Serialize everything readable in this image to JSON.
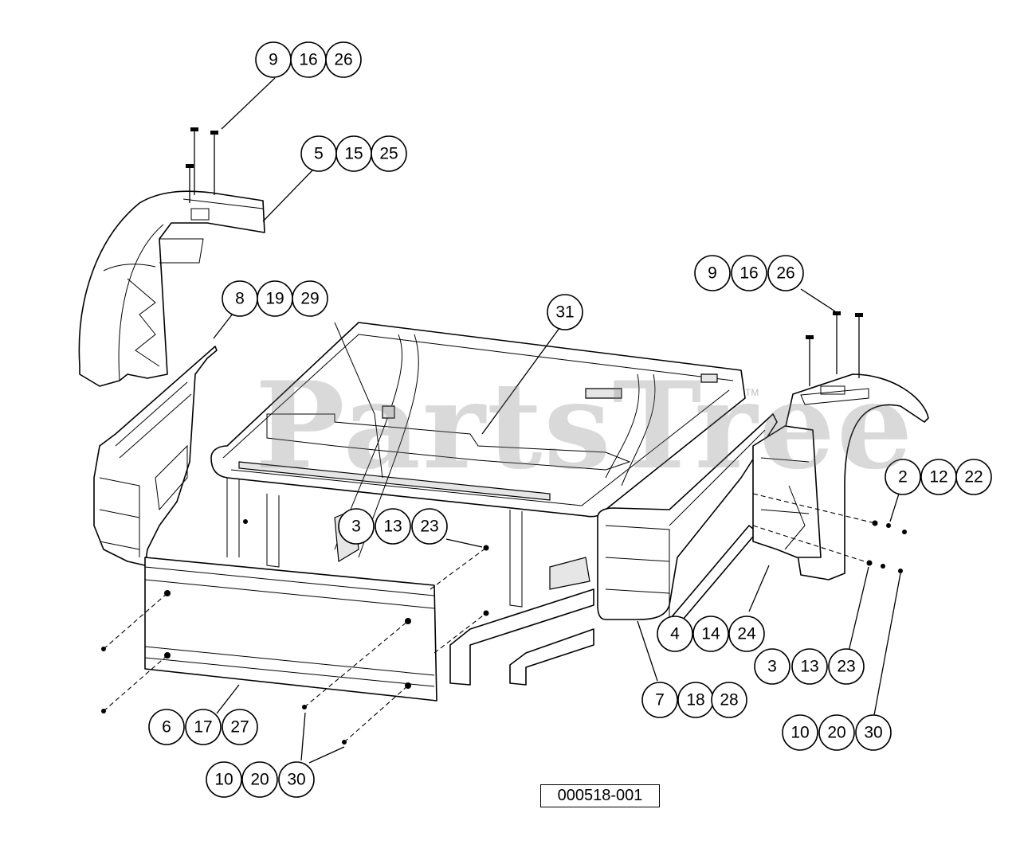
{
  "watermark": "PartsTree",
  "watermark_mark": "TM",
  "figure_id": "000518-001",
  "callouts": [
    {
      "name": "callout-group-9-16-26-top",
      "labels": [
        "9",
        "16",
        "26"
      ]
    },
    {
      "name": "callout-group-5-15-25",
      "labels": [
        "5",
        "15",
        "25"
      ]
    },
    {
      "name": "callout-group-8-19-29",
      "labels": [
        "8",
        "19",
        "29"
      ]
    },
    {
      "name": "callout-31",
      "labels": [
        "31"
      ]
    },
    {
      "name": "callout-group-9-16-26-right",
      "labels": [
        "9",
        "16",
        "26"
      ]
    },
    {
      "name": "callout-group-2-12-22",
      "labels": [
        "2",
        "12",
        "22"
      ]
    },
    {
      "name": "callout-group-3-13-23-center",
      "labels": [
        "3",
        "13",
        "23"
      ]
    },
    {
      "name": "callout-group-4-14-24",
      "labels": [
        "4",
        "14",
        "24"
      ]
    },
    {
      "name": "callout-group-3-13-23-right",
      "labels": [
        "3",
        "13",
        "23"
      ]
    },
    {
      "name": "callout-group-7-18-28",
      "labels": [
        "7",
        "18",
        "28"
      ]
    },
    {
      "name": "callout-group-10-20-30-right",
      "labels": [
        "10",
        "20",
        "30"
      ]
    },
    {
      "name": "callout-group-6-17-27",
      "labels": [
        "6",
        "17",
        "27"
      ]
    },
    {
      "name": "callout-group-10-20-30-bottom",
      "labels": [
        "10",
        "20",
        "30"
      ]
    }
  ]
}
